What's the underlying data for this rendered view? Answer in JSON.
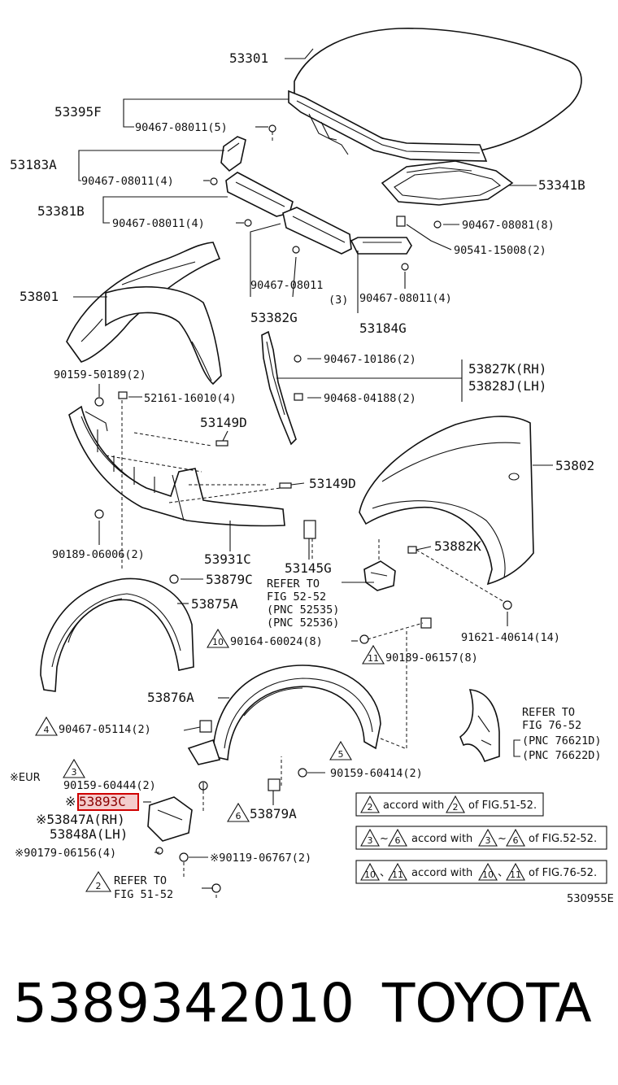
{
  "labels": {
    "l53301": "53301",
    "l53395F": "53395F",
    "l90467_08011_5": "90467-08011(5)",
    "l53183A": "53183A",
    "l90467_08011_4a": "90467-08011(4)",
    "l53381B": "53381B",
    "l90467_08011_4b": "90467-08011(4)",
    "l53341B": "53341B",
    "l90467_08081_8": "90467-08081(8)",
    "l90541_15008_2": "90541-15008(2)",
    "l90467_08011_3": "90467-08011",
    "l90467_08011_3q": "(3)",
    "l53382G": "53382G",
    "l90467_08011_4c": "90467-08011(4)",
    "l53184G": "53184G",
    "l53801": "53801",
    "l90467_10186_2": "90467-10186(2)",
    "l53827K": "53827K(RH)",
    "l53828J": "53828J(LH)",
    "l90159_50189_2": "90159-50189(2)",
    "l52161_16010_4": "52161-16010(4)",
    "l90468_04188_2": "90468-04188(2)",
    "l53149D_a": "53149D",
    "l53802": "53802",
    "l53149D_b": "53149D",
    "l53882K": "53882K",
    "l90189_06006_2": "90189-06006(2)",
    "l53931C": "53931C",
    "l53145G": "53145G",
    "l53879C": "53879C",
    "refer1_a": "REFER TO",
    "refer1_b": "FIG 52-52",
    "refer1_c": "(PNC 52535)",
    "refer1_d": "(PNC 52536)",
    "l53875A": "53875A",
    "l91621_40614_14": "91621-40614(14)",
    "l90164_60024_8": "90164-60024(8)",
    "l90189_06157_8": "90189-06157(8)",
    "l53876A": "53876A",
    "refer2_a": "REFER TO",
    "refer2_b": "FIG 76-52",
    "refer2_c": "(PNC 76621D)",
    "refer2_d": "(PNC 76622D)",
    "l90467_05114_2": "90467-05114(2)",
    "eur": "※EUR",
    "l90159_60444_2": "90159-60444(2)",
    "l90159_60414_2": "90159-60414(2)",
    "l53893_prefix": "※",
    "l53893": "53893C",
    "l53847A": "※53847A(RH)",
    "l53848A": "53848A(LH)",
    "l53879A": "53879A",
    "l90179_06156_4": "※90179-06156(4)",
    "l90119_06767_2": "※90119-06767(2)",
    "refer3_a": "REFER TO",
    "refer3_b": "FIG 51-52",
    "tri_2": "2",
    "tri_3": "3",
    "tri_4": "4",
    "tri_5": "5",
    "tri_6": "6",
    "tri_10": "10",
    "tri_11": "11"
  },
  "notes": {
    "n1": "accord with",
    "n1_fig": "of FIG.51-52.",
    "n2_sep": "~",
    "n2": "accord with",
    "n2_fig": "of FIG.52-52.",
    "n3_sep": "、",
    "n3": "accord with",
    "n3_fig": "of FIG.76-52."
  },
  "diagram_id": "530955E",
  "footer": {
    "part_number": "5389342010",
    "brand": "TOYOTA"
  },
  "colors": {
    "line": "#111111",
    "highlight_border": "#d00000",
    "highlight_fill": "#f4cccc"
  }
}
